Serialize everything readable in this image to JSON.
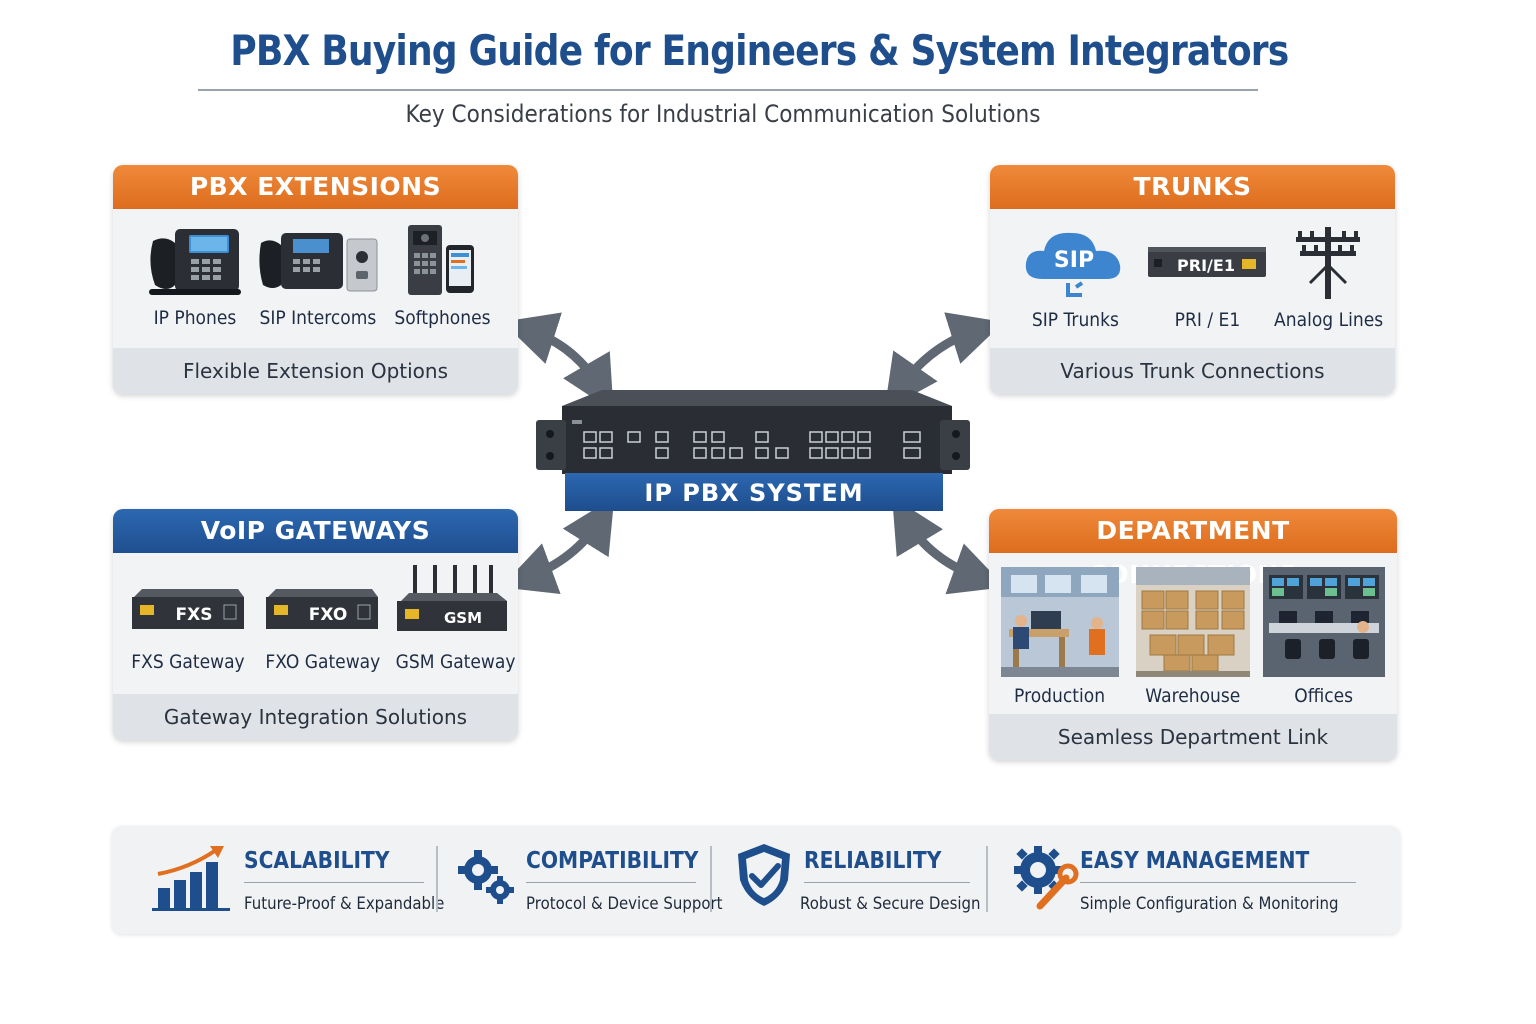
{
  "header": {
    "title": "PBX Buying Guide for Engineers & System Integrators",
    "subtitle": "Key Considerations for Industrial Communication Solutions"
  },
  "center": {
    "label": "IP PBX SYSTEM"
  },
  "panels": {
    "extensions": {
      "title": "PBX EXTENSIONS",
      "items": [
        {
          "label": "IP Phones",
          "icon": "desk-phone-icon"
        },
        {
          "label": "SIP Intercoms",
          "icon": "intercom-icon"
        },
        {
          "label": "Softphones",
          "icon": "softphone-icon"
        }
      ],
      "footer": "Flexible Extension Options"
    },
    "trunks": {
      "title": "TRUNKS",
      "items": [
        {
          "label": "SIP Trunks",
          "icon": "cloud-icon",
          "badge": "SIP"
        },
        {
          "label": "PRI / E1",
          "icon": "rack-device-icon",
          "badge": "PRI/E1"
        },
        {
          "label": "Analog Lines",
          "icon": "telephone-pole-icon"
        }
      ],
      "footer": "Various Trunk Connections"
    },
    "gateways": {
      "title": "VoIP GATEWAYS",
      "items": [
        {
          "label": "FXS Gateway",
          "icon": "gateway-icon",
          "badge": "FXS"
        },
        {
          "label": "FXO Gateway",
          "icon": "gateway-icon",
          "badge": "FXO"
        },
        {
          "label": "GSM Gateway",
          "icon": "antenna-gateway-icon",
          "badge": "GSM"
        }
      ],
      "footer": "Gateway Integration Solutions"
    },
    "departments": {
      "title": "DEPARTMENT CONNECTIONS",
      "items": [
        {
          "label": "Production",
          "icon": "production-photo-icon"
        },
        {
          "label": "Warehouse",
          "icon": "warehouse-photo-icon"
        },
        {
          "label": "Offices",
          "icon": "office-photo-icon"
        }
      ],
      "footer": "Seamless Department Link"
    }
  },
  "features": [
    {
      "title": "SCALABILITY",
      "desc": "Future-Proof & Expandable",
      "icon": "growth-chart-icon"
    },
    {
      "title": "COMPATIBILITY",
      "desc": "Protocol & Device Support",
      "icon": "gears-icon"
    },
    {
      "title": "RELIABILITY",
      "desc": "Robust & Secure Design",
      "icon": "shield-check-icon"
    },
    {
      "title": "EASY MANAGEMENT",
      "desc": "Simple Configuration & Monitoring",
      "icon": "gear-wrench-icon"
    }
  ],
  "colors": {
    "brand_blue": "#1f4e8c",
    "accent_orange": "#e0701f",
    "panel_bg": "#f2f3f5",
    "footer_bg": "#dfe2e6"
  }
}
